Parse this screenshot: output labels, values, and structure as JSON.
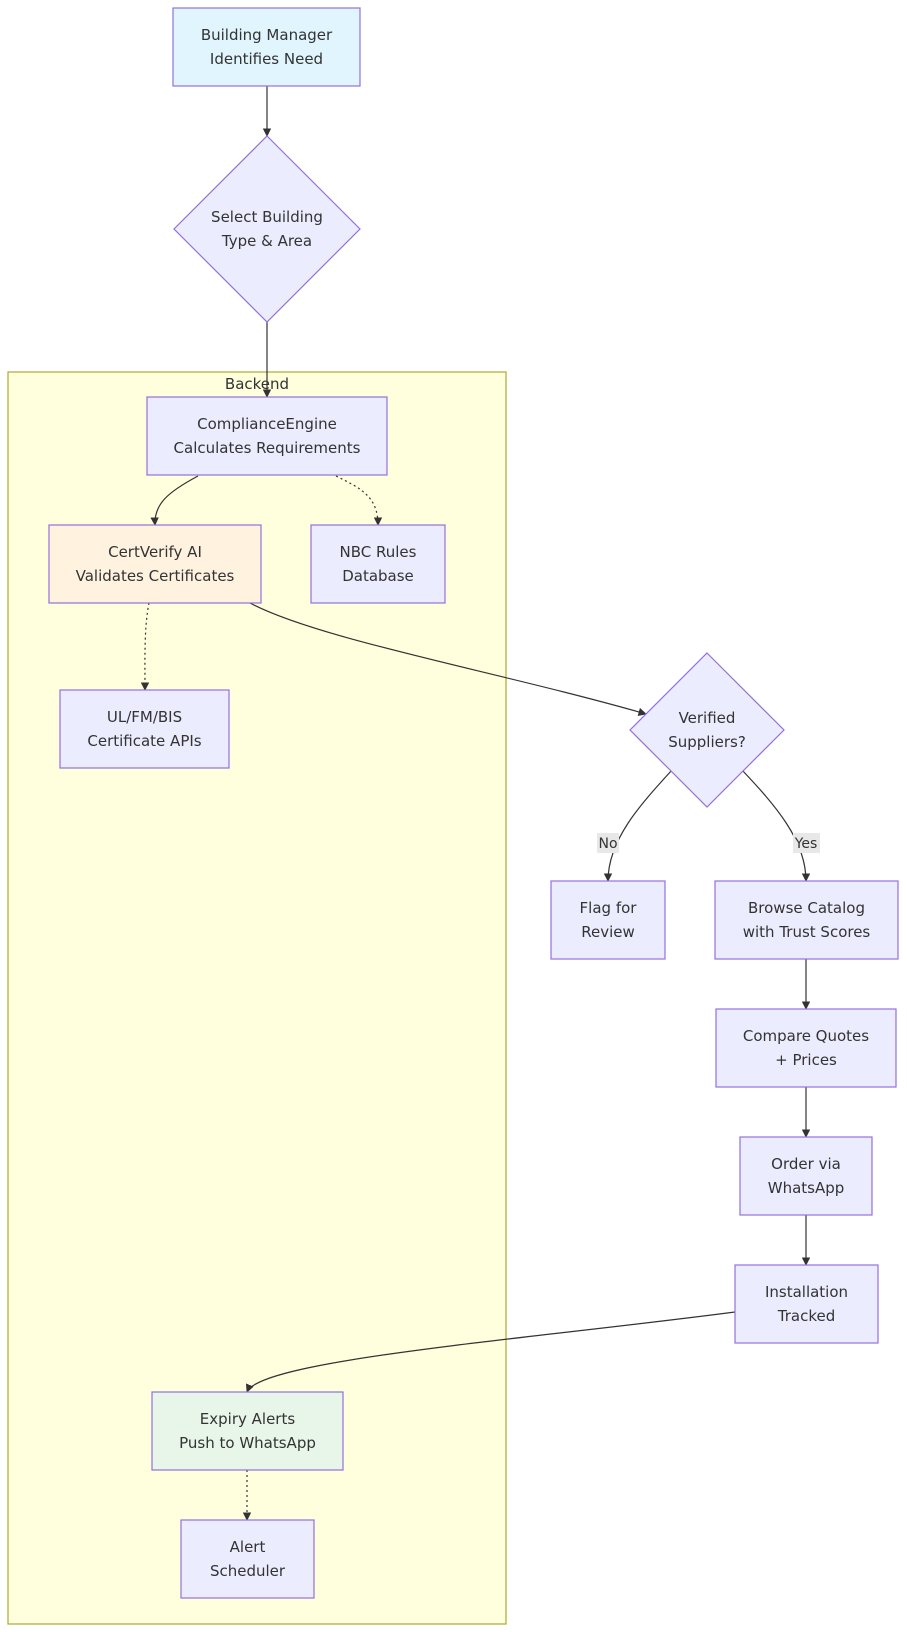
{
  "colors": {
    "node_default": "#ececff",
    "node_border": "#9370db",
    "node_start": "#e1f5fe",
    "node_ai": "#fff3e0",
    "node_alert": "#e8f5e9",
    "cluster_fill": "#ffffde",
    "cluster_border": "#aaaa33",
    "edge": "#333333",
    "edge_label_bg": "#e8e8e8"
  },
  "cluster": {
    "label": "Backend"
  },
  "nodes": {
    "start": {
      "lines": [
        "Building Manager",
        "Identifies Need"
      ]
    },
    "select": {
      "lines": [
        "Select Building",
        "Type & Area"
      ]
    },
    "engine": {
      "lines": [
        "ComplianceEngine",
        "Calculates Requirements"
      ]
    },
    "certverify": {
      "lines": [
        "CertVerify AI",
        "Validates Certificates"
      ]
    },
    "nbc": {
      "lines": [
        "NBC Rules",
        "Database"
      ]
    },
    "certapis": {
      "lines": [
        "UL/FM/BIS",
        "Certificate APIs"
      ]
    },
    "verified": {
      "lines": [
        "Verified",
        "Suppliers?"
      ]
    },
    "flag": {
      "lines": [
        "Flag for",
        "Review"
      ]
    },
    "browse": {
      "lines": [
        "Browse Catalog",
        "with Trust Scores"
      ]
    },
    "compare": {
      "lines": [
        "Compare Quotes",
        "+ Prices"
      ]
    },
    "order": {
      "lines": [
        "Order via",
        "WhatsApp"
      ]
    },
    "install": {
      "lines": [
        "Installation",
        "Tracked"
      ]
    },
    "expiry": {
      "lines": [
        "Expiry Alerts",
        "Push to WhatsApp"
      ]
    },
    "scheduler": {
      "lines": [
        "Alert",
        "Scheduler"
      ]
    }
  },
  "edge_labels": {
    "no": "No",
    "yes": "Yes"
  }
}
